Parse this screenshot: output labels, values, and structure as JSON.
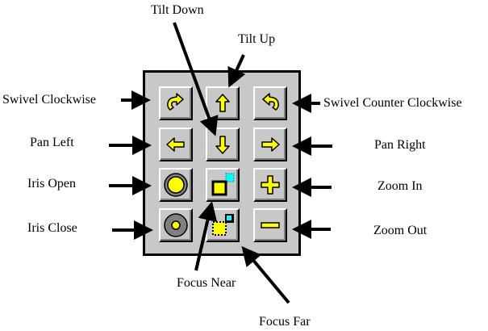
{
  "labels": {
    "swivel_cw": "Swivel Clockwise",
    "pan_left": "Pan Left",
    "iris_open": "Iris Open",
    "iris_close": "Iris Close",
    "tilt_down": "Tilt Down",
    "tilt_up": "Tilt Up",
    "swivel_ccw": "Swivel Counter Clockwise",
    "pan_right": "Pan Right",
    "zoom_in": "Zoom In",
    "zoom_out": "Zoom Out",
    "focus_near": "Focus Near",
    "focus_far": "Focus Far"
  },
  "buttons": [
    {
      "id": "swivel-cw",
      "icon": "rotate-cw-icon"
    },
    {
      "id": "tilt-up",
      "icon": "arrow-up-icon"
    },
    {
      "id": "swivel-ccw",
      "icon": "rotate-ccw-icon"
    },
    {
      "id": "pan-left",
      "icon": "arrow-left-icon"
    },
    {
      "id": "tilt-down",
      "icon": "arrow-down-icon"
    },
    {
      "id": "pan-right",
      "icon": "arrow-right-icon"
    },
    {
      "id": "iris-open",
      "icon": "iris-open-icon"
    },
    {
      "id": "focus-near",
      "icon": "focus-near-icon"
    },
    {
      "id": "zoom-in",
      "icon": "plus-icon"
    },
    {
      "id": "iris-close",
      "icon": "iris-close-icon"
    },
    {
      "id": "focus-far",
      "icon": "focus-far-icon"
    },
    {
      "id": "zoom-out",
      "icon": "minus-icon"
    }
  ],
  "colors": {
    "panel": "#c8c8c8",
    "icon_fill": "#ffff00",
    "icon_accent": "#00ffff",
    "iris_ring": "#808080"
  }
}
